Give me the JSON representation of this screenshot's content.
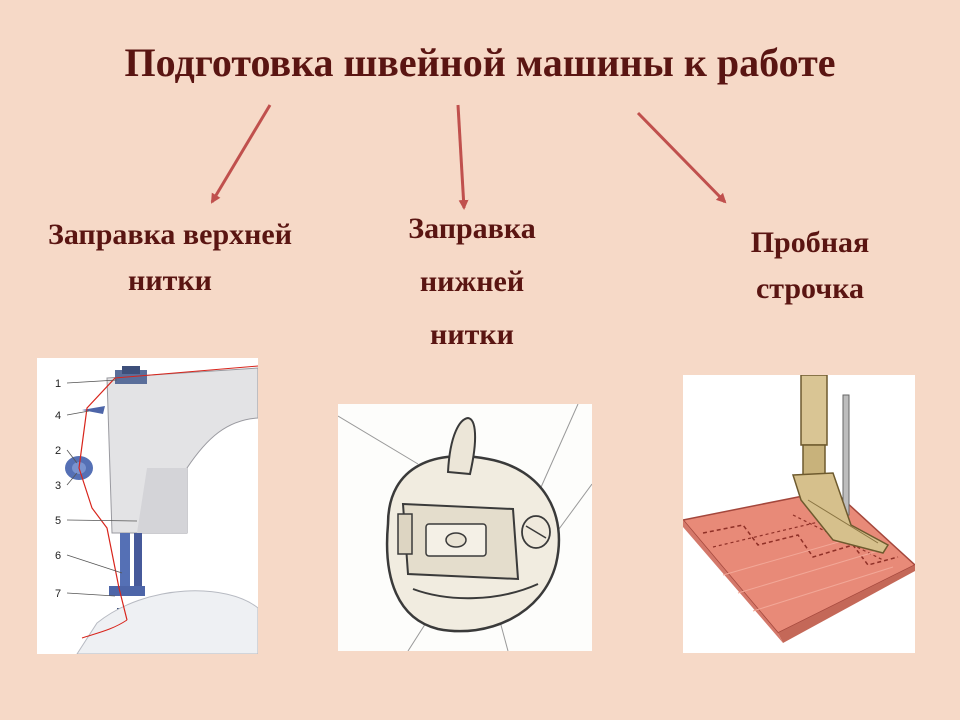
{
  "title": "Подготовка швейной машины к работе",
  "steps": [
    {
      "line1": "Заправка верхней",
      "line2": "нитки"
    },
    {
      "line1": "Заправка",
      "line2": "нижней",
      "line3": "нитки"
    },
    {
      "line1": "Пробная",
      "line2": "строчка"
    }
  ],
  "upper_thread_figure": {
    "callouts": [
      "1",
      "4",
      "2",
      "3",
      "5",
      "6",
      "7"
    ]
  },
  "colors": {
    "background": "#f6d9c7",
    "text": "#5a1512",
    "arrow": "#c0504d"
  }
}
